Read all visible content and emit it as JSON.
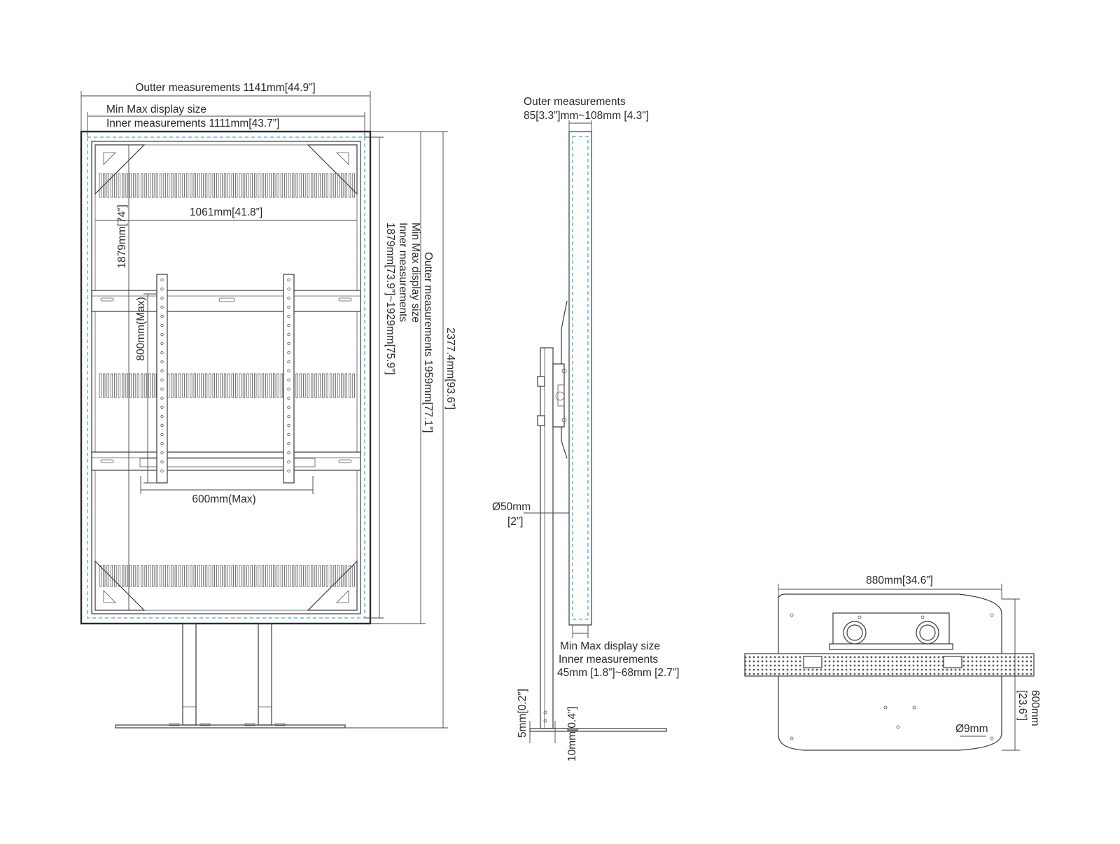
{
  "front_view": {
    "outer_width": "Outter measurements 1141mm[44.9”]",
    "min_max_label": "Min Max display size",
    "inner_width": "Inner measurements 1111mm[43.7”]",
    "vesa_width": "1061mm[41.8”]",
    "vesa_height": "1879mm[74”]",
    "bracket_height": "800mm(Max)",
    "bracket_width": "600mm(Max)",
    "inner_height_title": "Min Max display size",
    "inner_height_sub": "Inner measurements",
    "inner_height_value": "1879mm[73.9”]~1929mm[75.9”]",
    "outer_height": "Outter measurements 1959mm[77.1”]",
    "total_height": "2377.4mm[93.6”]"
  },
  "side_view": {
    "outer_title": "Outer measurements",
    "outer_value": "85[3.3”]mm~108mm [4.3\"]",
    "pole_diameter": "Ø50mm",
    "pole_diameter_in": "[2”]",
    "inner_title": "Min Max display size",
    "inner_sub": "Inner measurements",
    "inner_value": "45mm [1.8”]~68mm [2.7”]",
    "base_5mm": "5mm[0.2”]",
    "base_10mm": "10mm[0.4”]"
  },
  "top_view": {
    "width": "880mm[34.6”]",
    "depth": "600mm",
    "depth_in": "[23.6”]",
    "hole": "Ø9mm"
  },
  "colors": {
    "line": "#3a3a3a",
    "dashed_display_outline": "#4aa8d8"
  }
}
